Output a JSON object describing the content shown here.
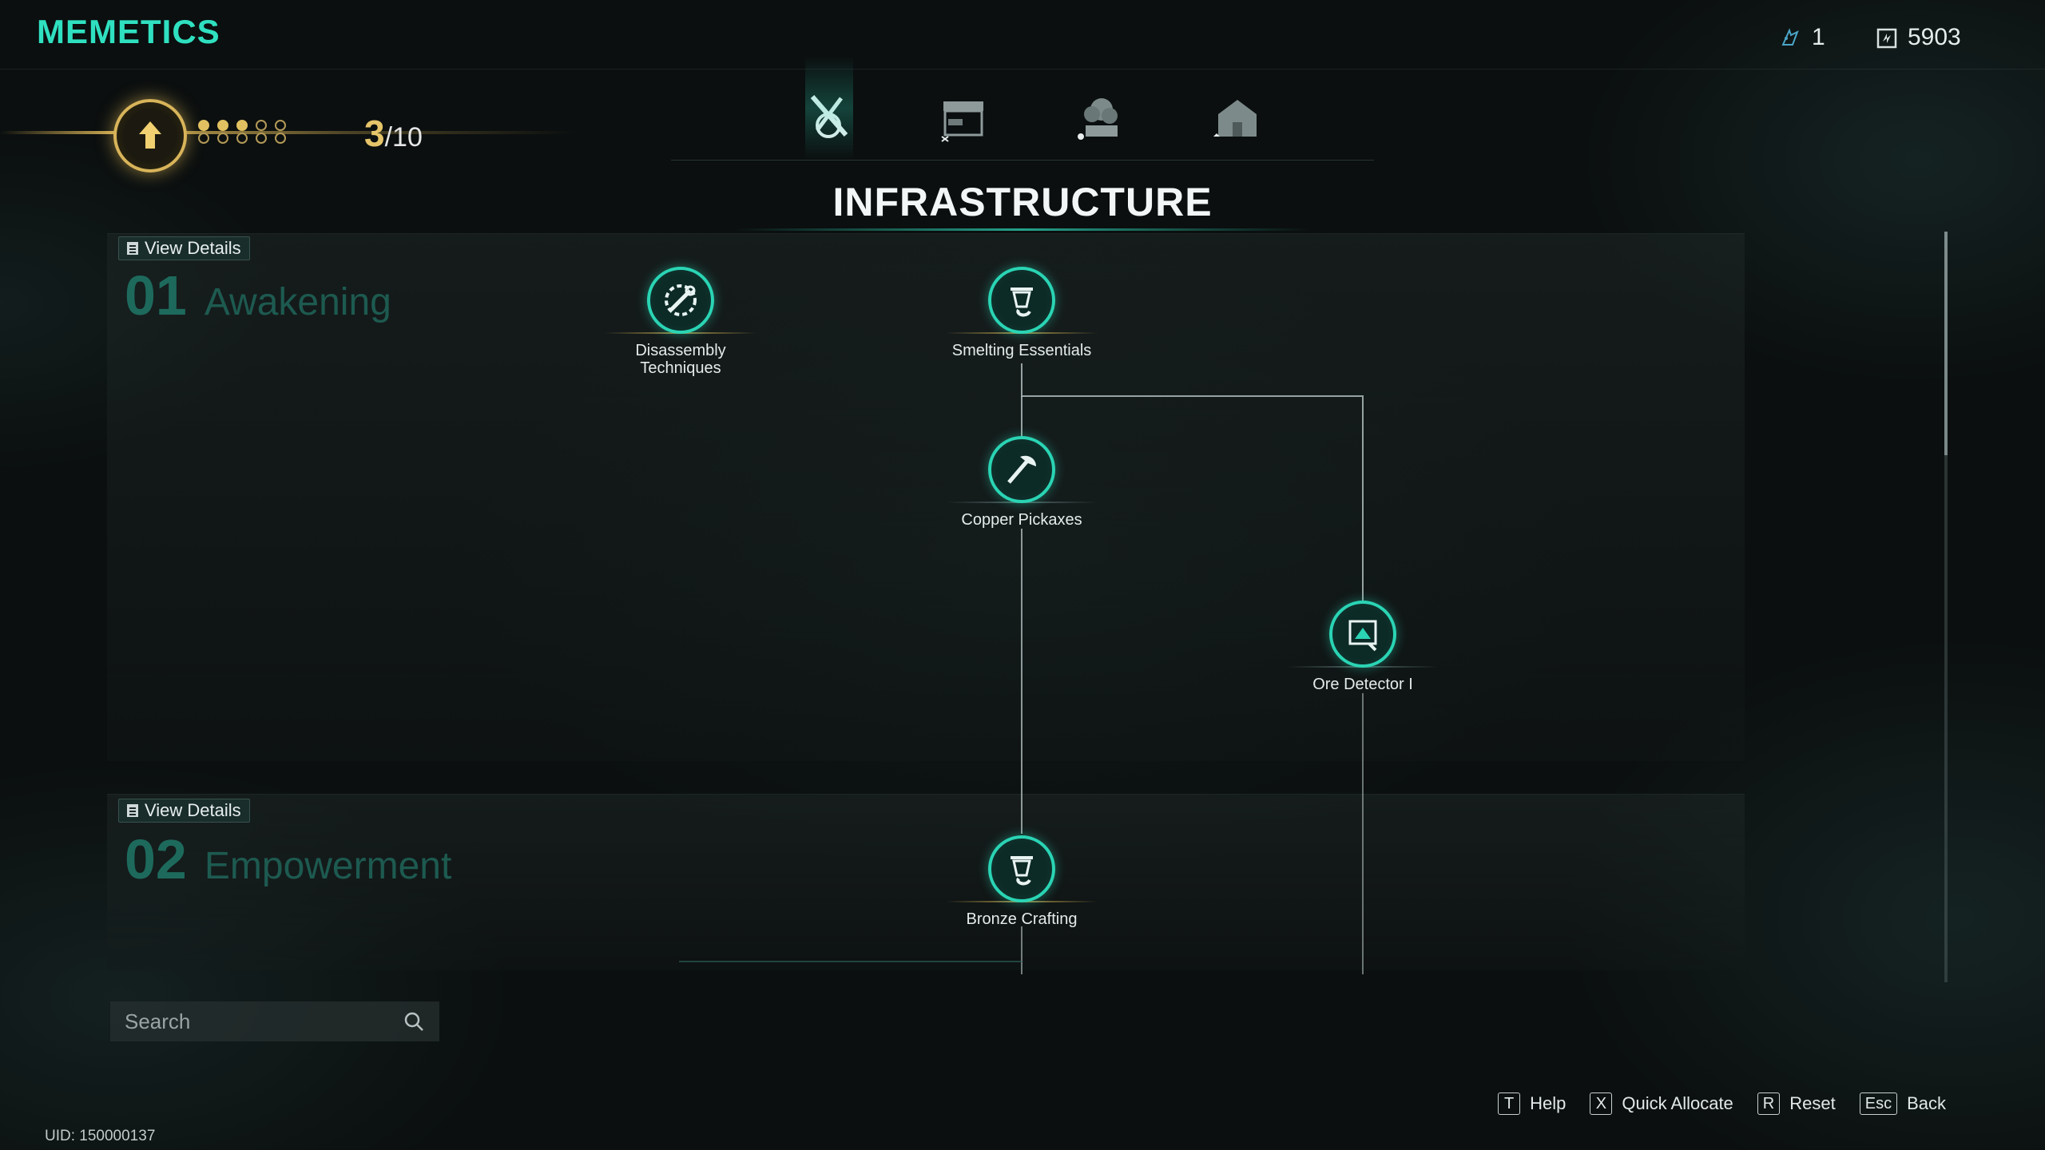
{
  "header": {
    "title": "MEMETICS",
    "currency_a": "1",
    "currency_b": "5903"
  },
  "level": {
    "current": "3",
    "max": "/10",
    "dots_filled": 3,
    "dots_total": 10
  },
  "tabs": [
    {
      "icon": "gear-tools-icon",
      "active": true
    },
    {
      "icon": "workbench-icon",
      "active": false
    },
    {
      "icon": "planter-icon",
      "active": false
    },
    {
      "icon": "house-icon",
      "active": false
    }
  ],
  "section": {
    "title": "INFRASTRUCTURE"
  },
  "tiers": [
    {
      "details_label": "View Details",
      "number": "01",
      "name": "Awakening"
    },
    {
      "details_label": "View Details",
      "number": "02",
      "name": "Empowerment"
    }
  ],
  "nodes": {
    "disassembly": {
      "label_line1": "Disassembly",
      "label_line2": "Techniques"
    },
    "smelting": {
      "label": "Smelting Essentials"
    },
    "pickaxes": {
      "label": "Copper Pickaxes"
    },
    "ore_detector": {
      "label": "Ore Detector I"
    },
    "bronze": {
      "label": "Bronze Crafting"
    }
  },
  "search": {
    "placeholder": "Search"
  },
  "hints": [
    {
      "key": "T",
      "label": "Help"
    },
    {
      "key": "X",
      "label": "Quick Allocate"
    },
    {
      "key": "R",
      "label": "Reset"
    },
    {
      "key": "Esc",
      "label": "Back"
    }
  ],
  "footer": {
    "uid": "UID: 150000137"
  },
  "colors": {
    "accent": "#2fe0c0",
    "gold": "#e0c060",
    "tier_text": "#1d6a5c"
  }
}
